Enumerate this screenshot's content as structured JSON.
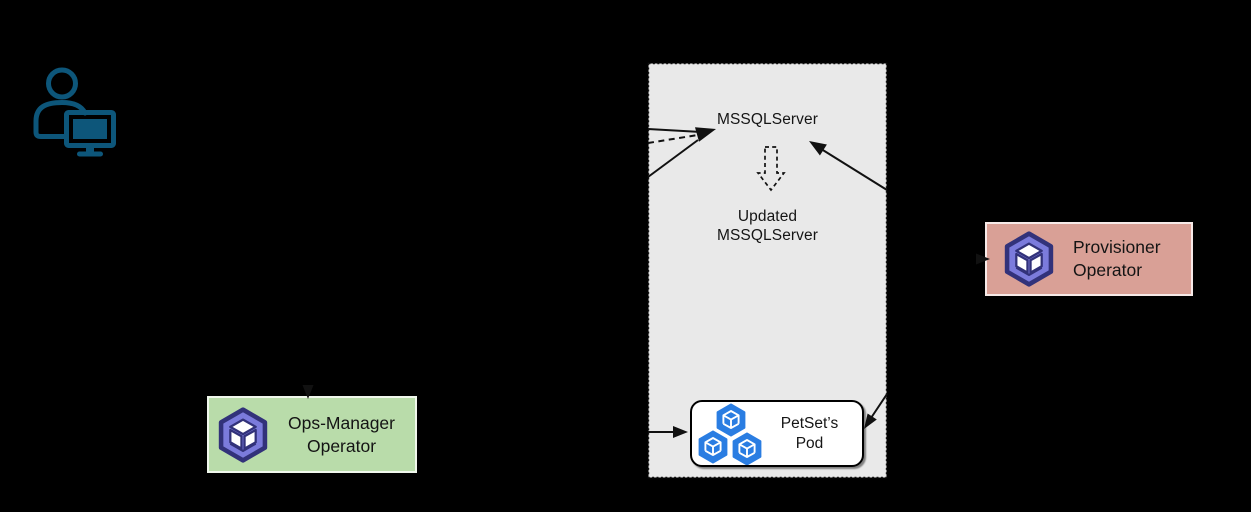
{
  "diagram": {
    "panel": {
      "crd_label": "MSSQLServer",
      "updated_label_line1": "Updated",
      "updated_label_line2": "MSSQLServer"
    },
    "petset_pod": {
      "label_line1": "PetSet’s",
      "label_line2": "Pod"
    },
    "ops_manager": {
      "label_line1": "Ops-Manager",
      "label_line2": "Operator"
    },
    "provisioner": {
      "label_line1": "Provisioner",
      "label_line2": "Operator"
    },
    "colors": {
      "background": "#000000",
      "panel_fill": "#e9e9e9",
      "panel_border": "#111111",
      "ops_manager_fill": "#b9dcaa",
      "provisioner_fill": "#d9a096",
      "petset_box_fill": "#ffffff",
      "operator_icon_fill": "#7b7bdc",
      "operator_icon_outline": "#32327a",
      "pod_icon_blue": "#2a7de2",
      "user_icon_blue": "#0d567a",
      "arrow_color": "#111111",
      "text_color": "#151515"
    }
  }
}
